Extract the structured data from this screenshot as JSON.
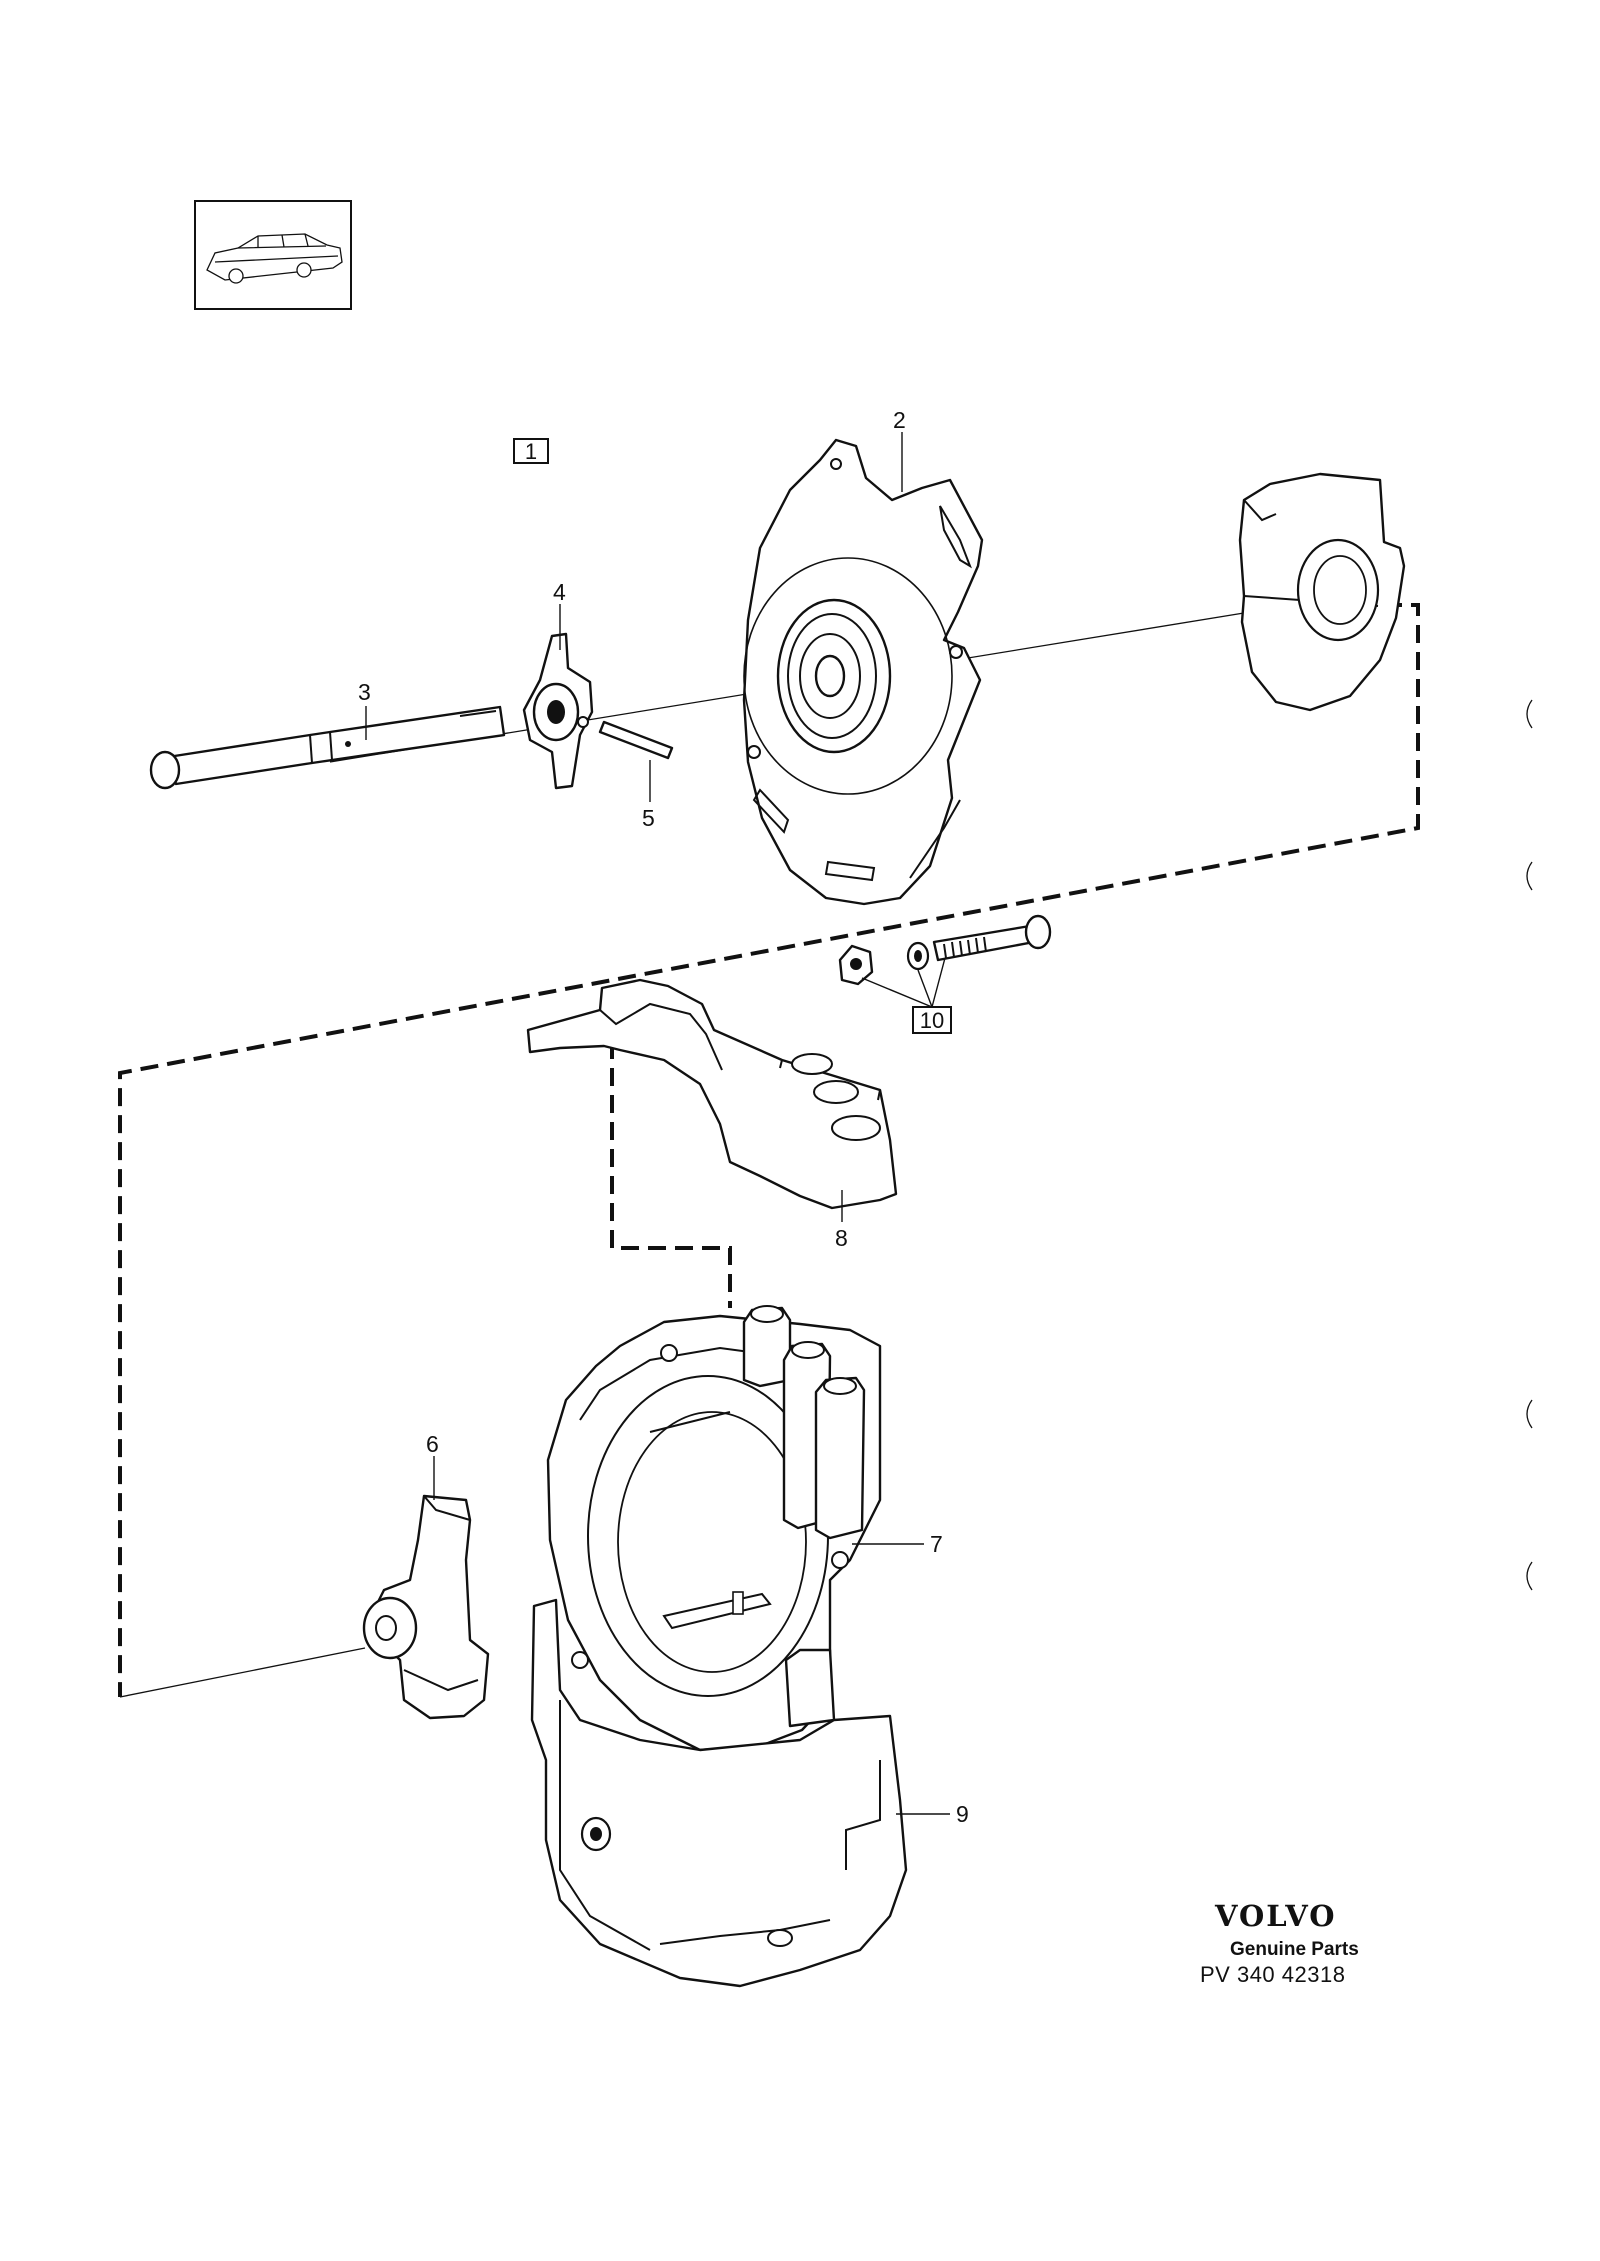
{
  "diagram": {
    "group_box_label": "1",
    "callouts": {
      "p2": "2",
      "p3": "3",
      "p4": "4",
      "p5": "5",
      "p6": "6",
      "p7": "7",
      "p8": "8",
      "p9": "9",
      "p10": "10"
    }
  },
  "brand": {
    "name": "VOLVO",
    "tagline": "Genuine Parts",
    "ref_code": "PV 340 42318"
  },
  "icons": [
    "car-thumbnail-icon"
  ],
  "colors": {
    "ink": "#111111",
    "paper": "#ffffff"
  }
}
